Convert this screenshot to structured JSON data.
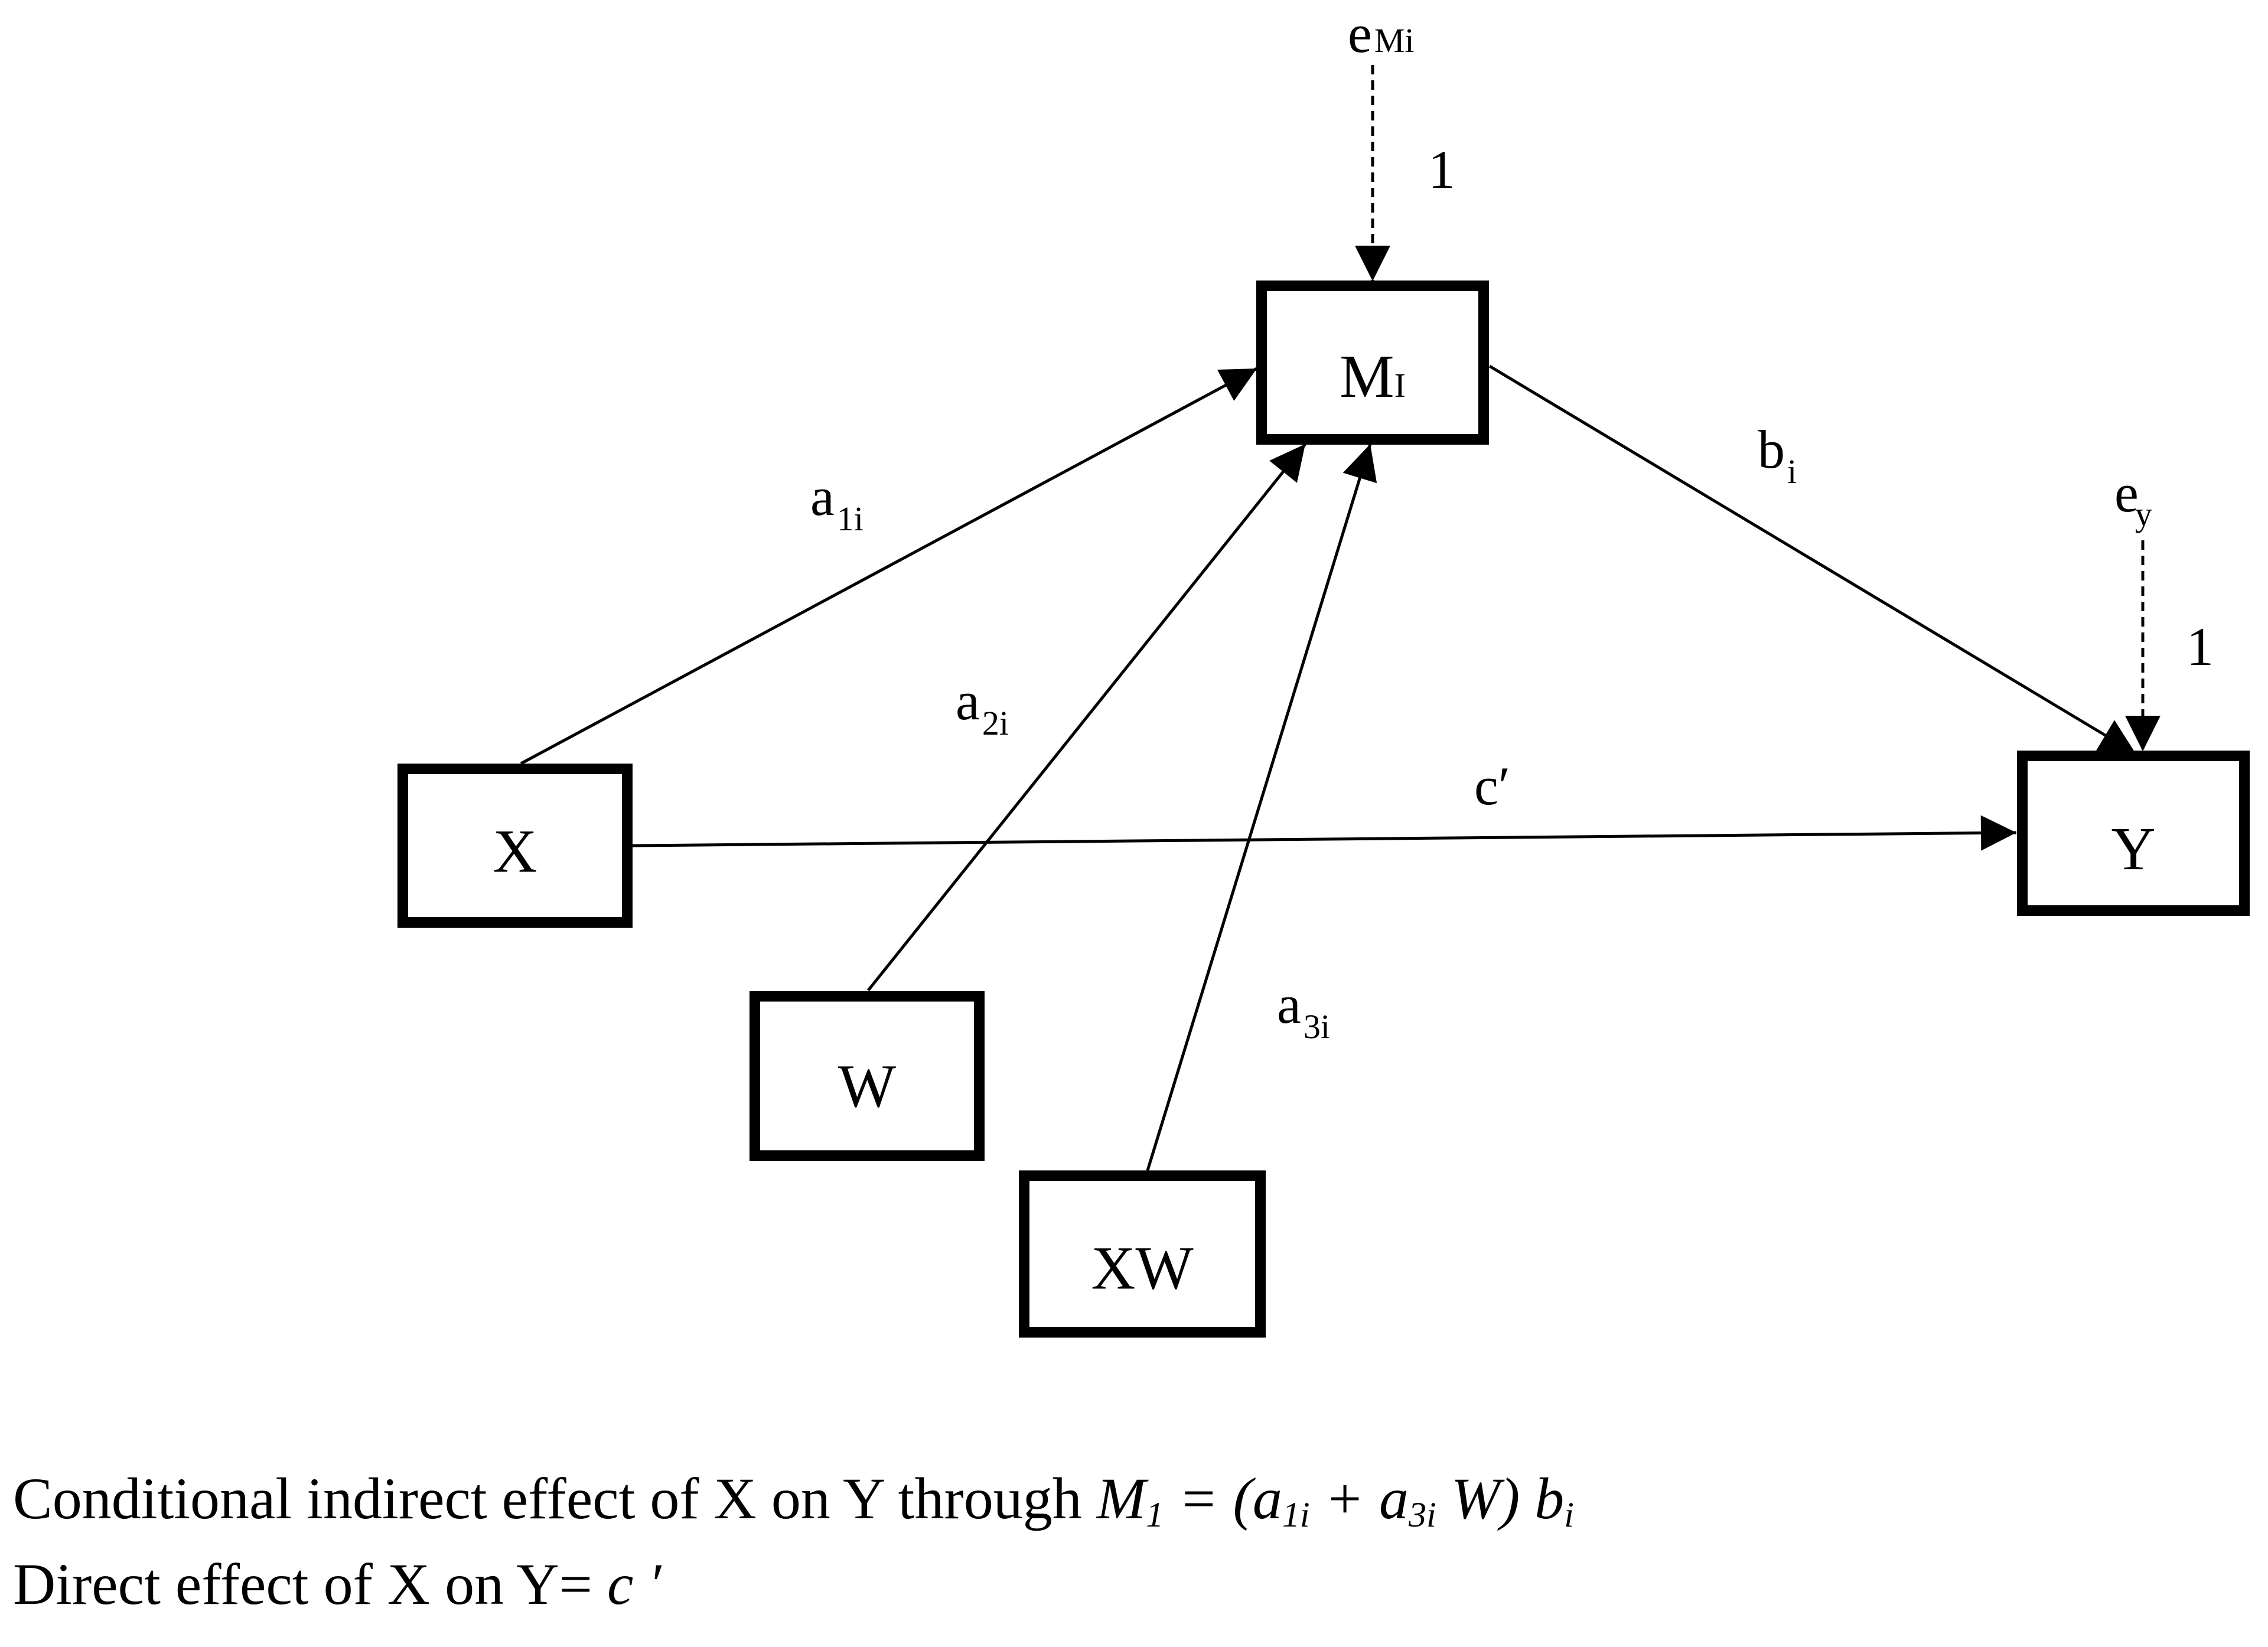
{
  "nodes": {
    "x": "X",
    "w": "W",
    "xw": "XW",
    "m": {
      "base": "M",
      "sub": "I"
    },
    "y": "Y"
  },
  "errors": {
    "em": {
      "base": "e",
      "sub": "Mi",
      "weight": "1"
    },
    "ey": {
      "base": "e",
      "sub": "y",
      "weight": "1"
    }
  },
  "paths": {
    "a1": {
      "base": "a",
      "sub": "1i"
    },
    "a2": {
      "base": "a",
      "sub": "2i"
    },
    "a3": {
      "base": "a",
      "sub": "3i"
    },
    "b": {
      "base": "b",
      "sub": "i"
    },
    "c": "c′"
  },
  "formulas": {
    "indirect": {
      "prefix": "Conditional indirect effect of X on Y through ",
      "m": "M",
      "m_sub": "1",
      "eq": " = (a",
      "a1_sub": "1i",
      "plus": " + a",
      "a3_sub": "3i",
      "w": " W) b",
      "b_sub": "i"
    },
    "direct": {
      "prefix": "Direct effect of X on Y= ",
      "c": "c ′"
    }
  }
}
